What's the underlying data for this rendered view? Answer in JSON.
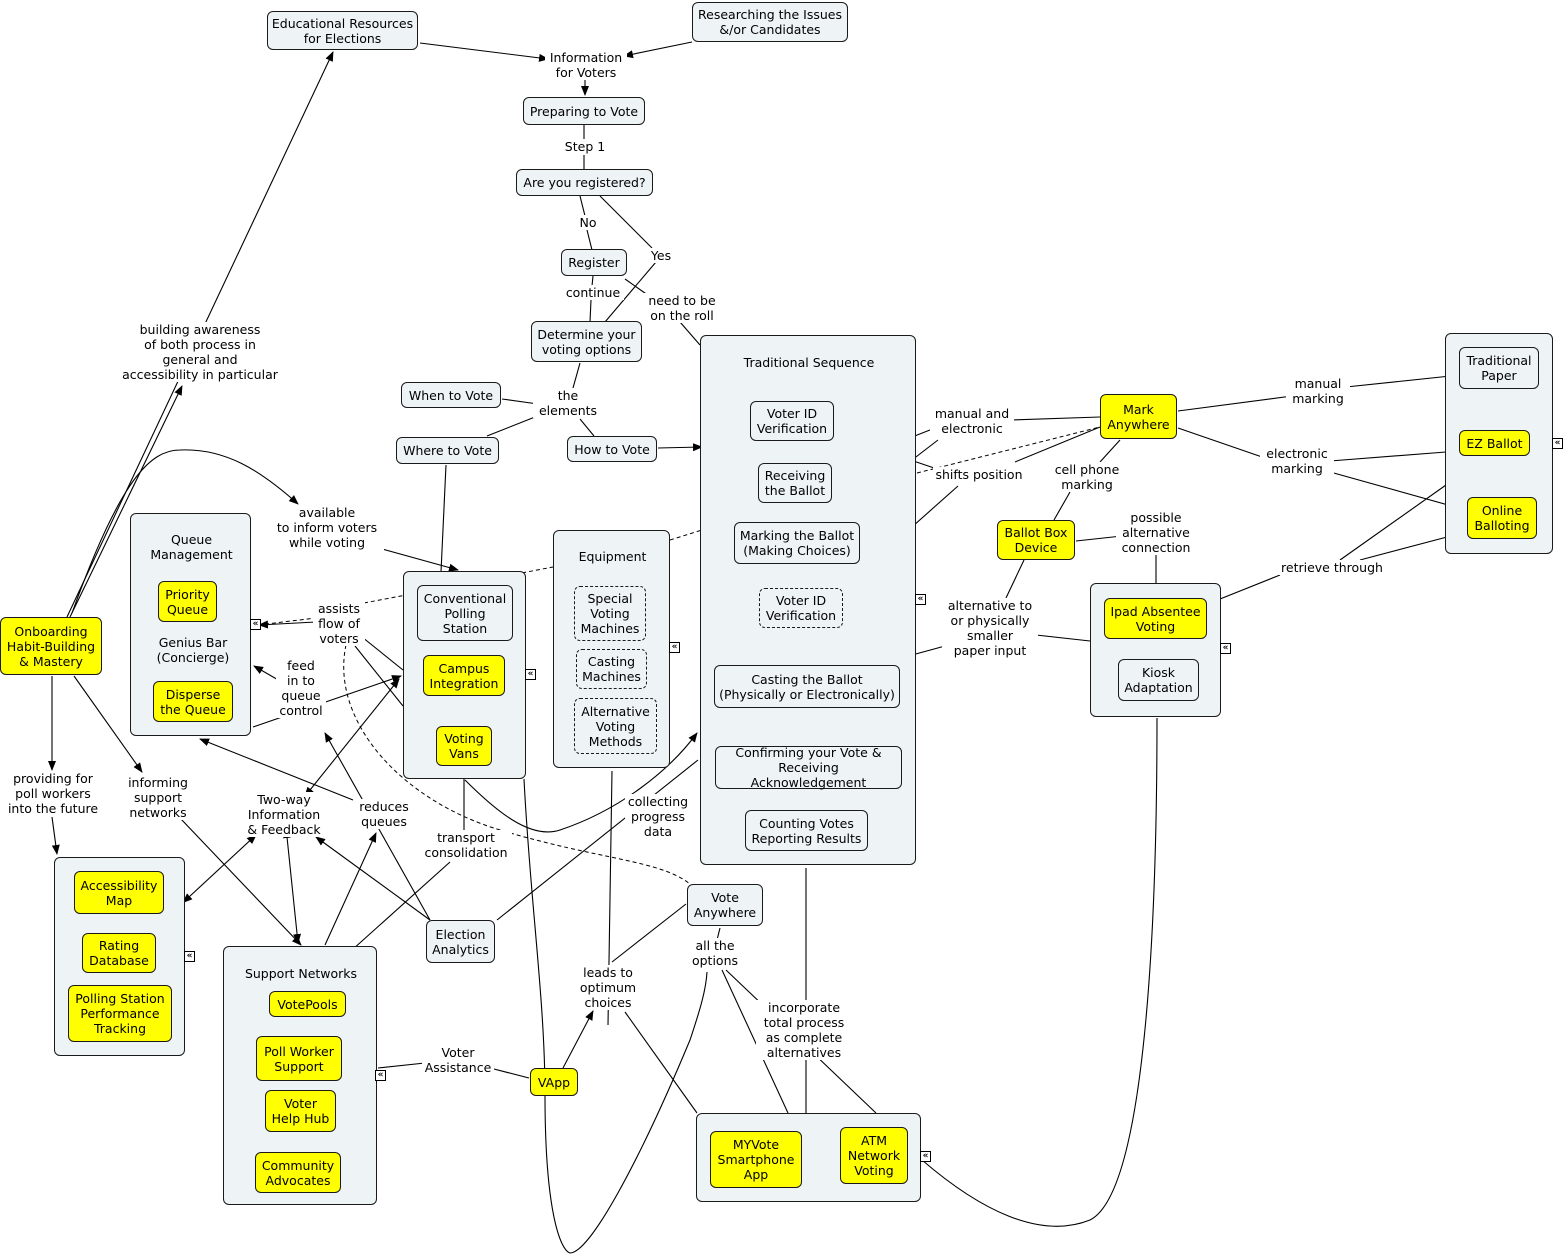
{
  "nodes": {
    "educational": "Educational Resources\nfor Elections",
    "researching": "Researching the Issues\n&/or Candidates",
    "information": "Information\nfor Voters",
    "preparing": "Preparing to Vote",
    "registered": "Are you registered?",
    "register": "Register",
    "determine": "Determine your\nvoting options",
    "when": "When to Vote",
    "where": "Where to Vote",
    "how": "How to Vote",
    "onboarding": "Onboarding\nHabit-Building\n& Mastery",
    "priority_queue": "Priority\nQueue",
    "genius_bar": "Genius Bar\n(Concierge)",
    "disperse": "Disperse\nthe Queue",
    "conventional": "Conventional\nPolling\nStation",
    "campus": "Campus\nIntegration",
    "voting_vans": "Voting\nVans",
    "special_machines": "Special\nVoting\nMachines",
    "casting_machines": "Casting\nMachines",
    "alt_methods": "Alternative\nVoting\nMethods",
    "voter_id_1": "Voter ID\nVerification",
    "receiving": "Receiving\nthe Ballot",
    "marking": "Marking the Ballot\n(Making Choices)",
    "voter_id_2": "Voter ID\nVerification",
    "casting": "Casting the Ballot\n(Physically or Electronically)",
    "confirming": "Confirming your Vote &\nReceiving Acknowledgement",
    "counting": "Counting Votes\nReporting Results",
    "mark_anywhere": "Mark\nAnywhere",
    "traditional_paper": "Traditional\nPaper",
    "ez_ballot": "EZ Ballot",
    "online_balloting": "Online\nBalloting",
    "ballot_box": "Ballot Box\nDevice",
    "ipad_absentee": "Ipad Absentee\nVoting",
    "kiosk": "Kiosk\nAdaptation",
    "accessibility_map": "Accessibility\nMap",
    "rating_db": "Rating\nDatabase",
    "polling_perf": "Polling Station\nPerformance\nTracking",
    "votepools": "VotePools",
    "poll_worker_support": "Poll Worker\nSupport",
    "voter_help_hub": "Voter\nHelp Hub",
    "community_advocates": "Community\nAdvocates",
    "election_analytics": "Election\nAnalytics",
    "vote_anywhere": "Vote\nAnywhere",
    "vapp": "VApp",
    "myvote": "MYVote\nSmartphone\nApp",
    "atm": "ATM\nNetwork\nVoting"
  },
  "groups": {
    "queue_management": "Queue\nManagement",
    "equipment": "Equipment",
    "traditional_sequence": "Traditional Sequence",
    "support_networks": "Support Networks"
  },
  "labels": {
    "step1": "Step 1",
    "no": "No",
    "yes": "Yes",
    "continue": "continue",
    "need_roll": "need to be\non the roll",
    "elements": "the\nelements",
    "building_awareness": "building awareness\nof both process in\ngeneral and\naccessibility in particular",
    "available_inform": "available\nto inform voters\nwhile voting",
    "assists_flow": "assists\nflow of\nvoters",
    "feed_queue": "feed\nin to\nqueue\ncontrol",
    "providing": "providing for\npoll workers\ninto the future",
    "informing": "informing\nsupport\nnetworks",
    "two_way": "Two-way\nInformation\n& Feedback",
    "reduces": "reduces\nqueues",
    "transport": "transport\nconsolidation",
    "collecting": "collecting\nprogress\ndata",
    "manual_electronic": "manual and\nelectronic",
    "shifts": "shifts position",
    "manual_marking": "manual\nmarking",
    "electronic_marking": "electronic\nmarking",
    "cell_phone": "cell phone\nmarking",
    "possible_alt": "possible\nalternative\nconnection",
    "retrieve": "retrieve through",
    "alternative_to": "alternative to\nor physically\nsmaller\npaper input",
    "all_options": "all the\noptions",
    "leads_optimum": "leads to\noptimum\nchoices",
    "incorporate": "incorporate\ntotal process\nas complete\nalternatives",
    "voter_assistance": "Voter\nAssistance"
  },
  "expand_icon": "«",
  "colors": {
    "node_fill": "#eef3f5",
    "highlight_fill": "#ffff00",
    "line": "#000000"
  }
}
